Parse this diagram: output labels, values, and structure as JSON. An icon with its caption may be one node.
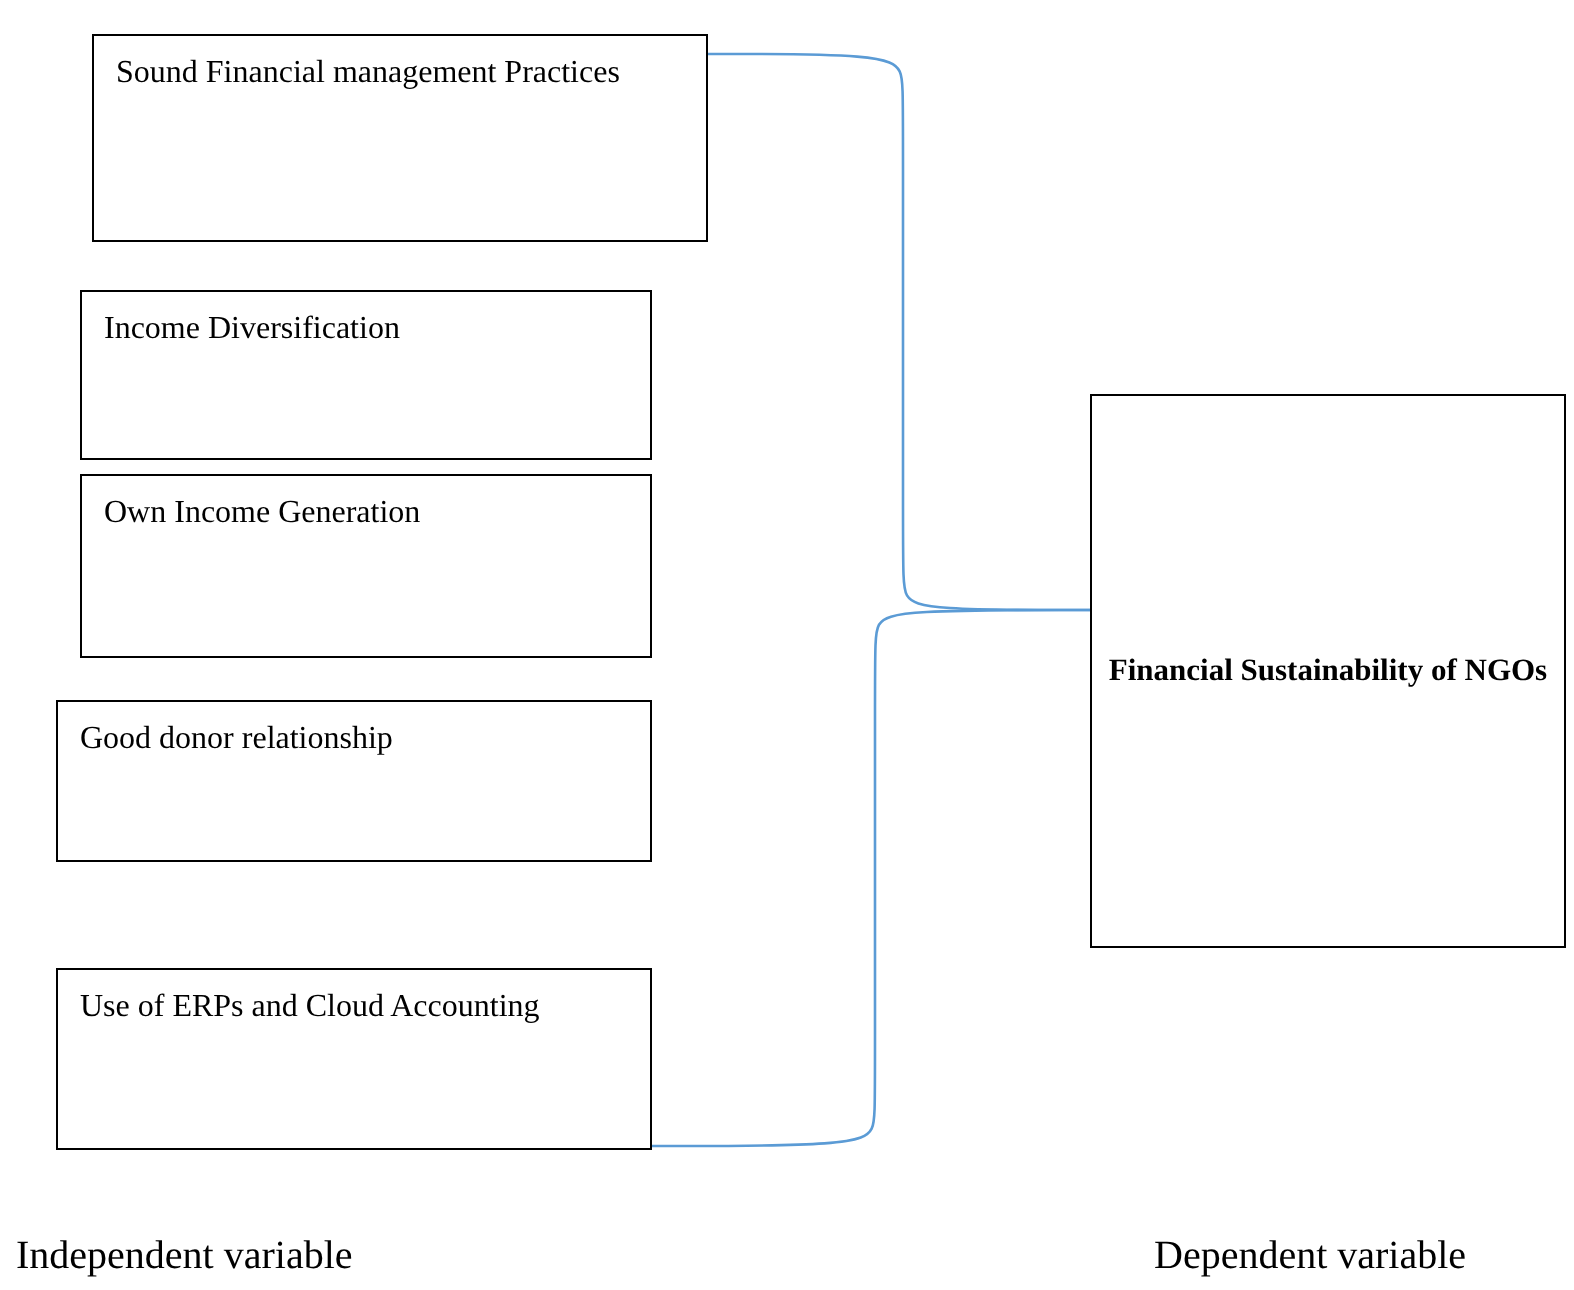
{
  "diagram": {
    "nodes": [
      {
        "text": [
          "Sound Financial management Practices"
        ]
      },
      {
        "text": [
          "Income Diversification"
        ]
      },
      {
        "text": [
          "Own Income Generation"
        ]
      },
      {
        "text": [
          "Good donor relationship"
        ]
      },
      {
        "text": [
          "Use of ERPs and Cloud Accounting"
        ]
      },
      {
        "text": [
          "Financial Sustainability of NGOs"
        ]
      }
    ],
    "edges": [
      {
        "from": 0,
        "to": 5,
        "arrow": "none"
      },
      {
        "from": 4,
        "to": 5,
        "arrow": "none"
      }
    ],
    "labels": [
      "Independent variable",
      "Dependent variable"
    ]
  }
}
